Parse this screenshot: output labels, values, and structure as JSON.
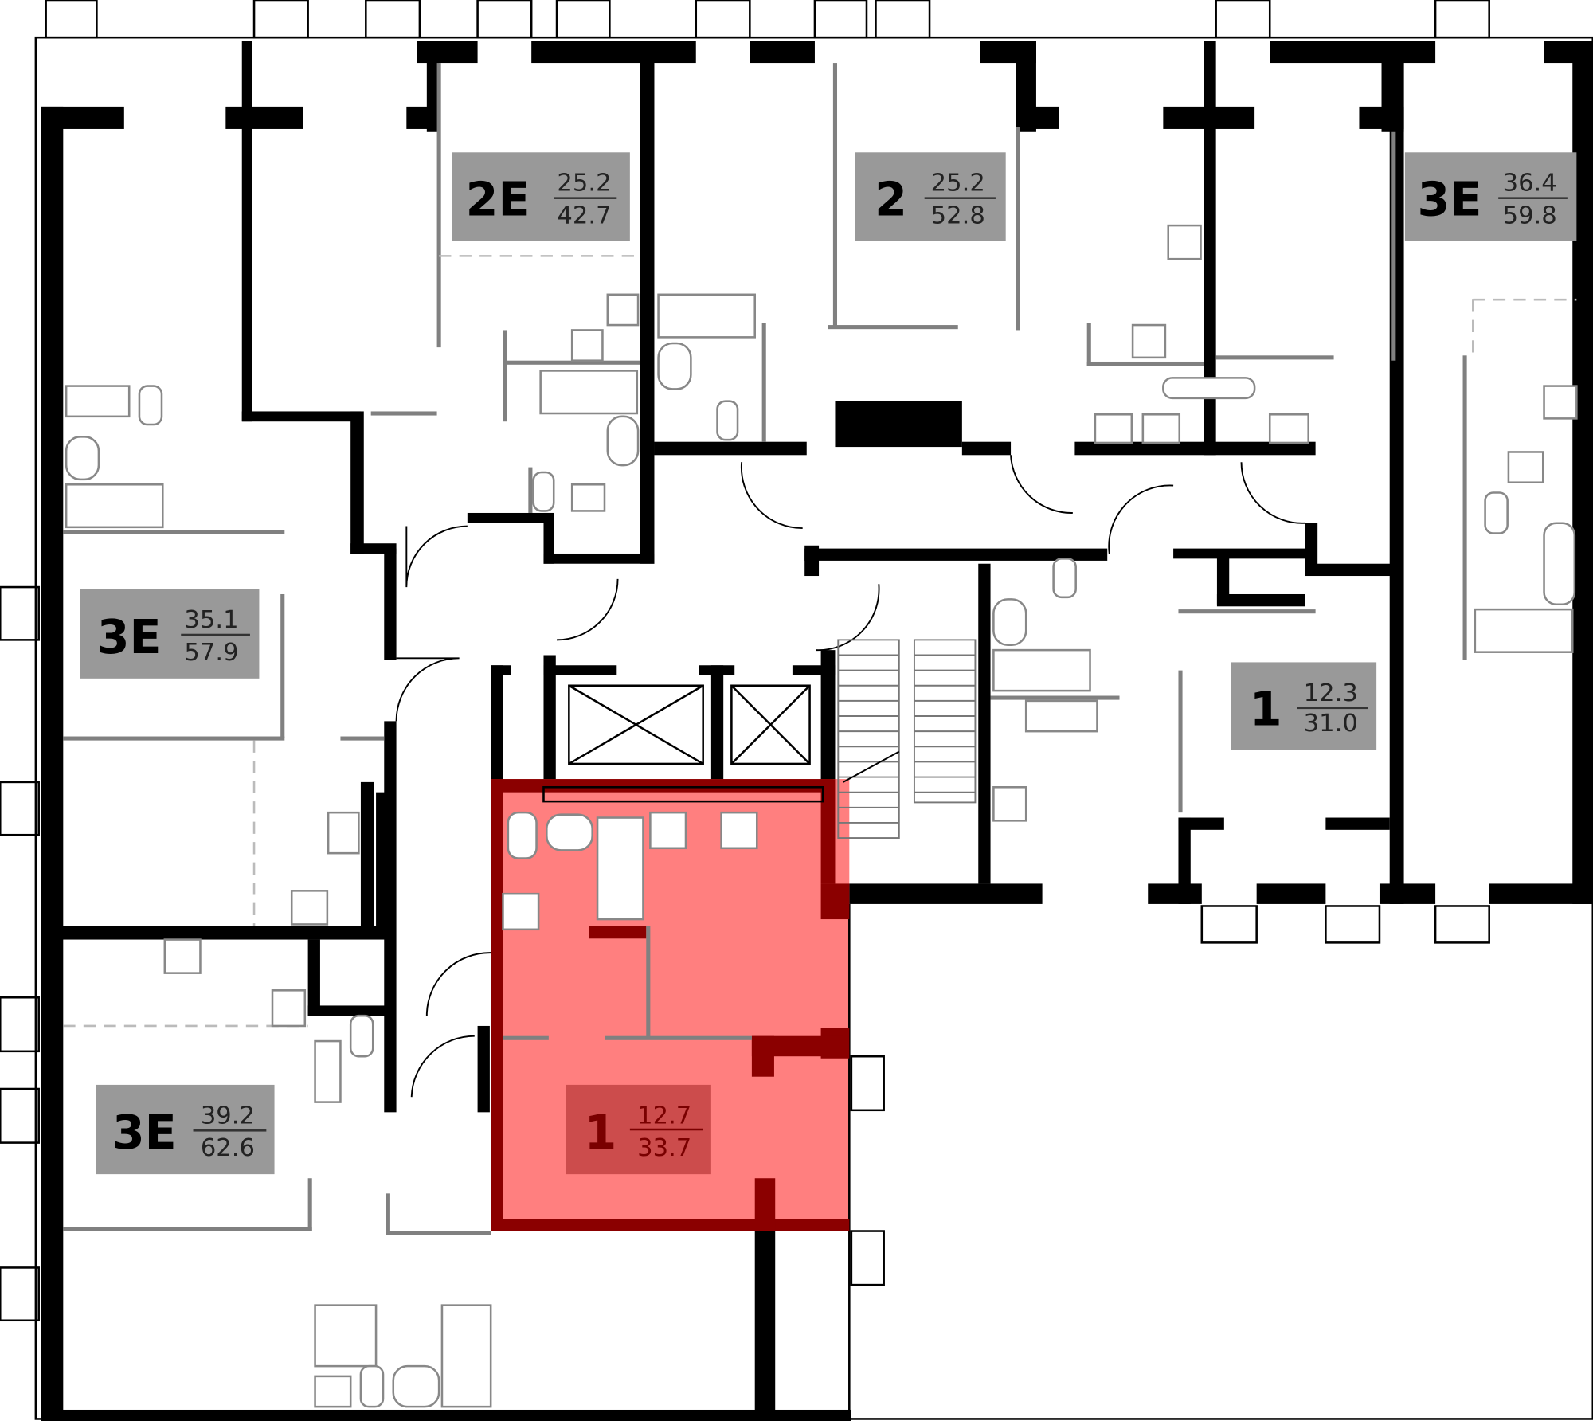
{
  "plan": {
    "units": [
      {
        "type": "2E",
        "living_area": "25.2",
        "total_area": "42.7",
        "highlighted": false
      },
      {
        "type": "2",
        "living_area": "25.2",
        "total_area": "52.8",
        "highlighted": false
      },
      {
        "type": "3E",
        "living_area": "36.4",
        "total_area": "59.8",
        "highlighted": false
      },
      {
        "type": "3E",
        "living_area": "35.1",
        "total_area": "57.9",
        "highlighted": false
      },
      {
        "type": "1",
        "living_area": "12.3",
        "total_area": "31.0",
        "highlighted": false
      },
      {
        "type": "3E",
        "living_area": "39.2",
        "total_area": "62.6",
        "highlighted": false
      },
      {
        "type": "1",
        "living_area": "12.7",
        "total_area": "33.7",
        "highlighted": true
      }
    ],
    "colors": {
      "highlight": "#ff7f7f",
      "highlight_wall": "#8b0000",
      "label_box": "#999999"
    }
  }
}
